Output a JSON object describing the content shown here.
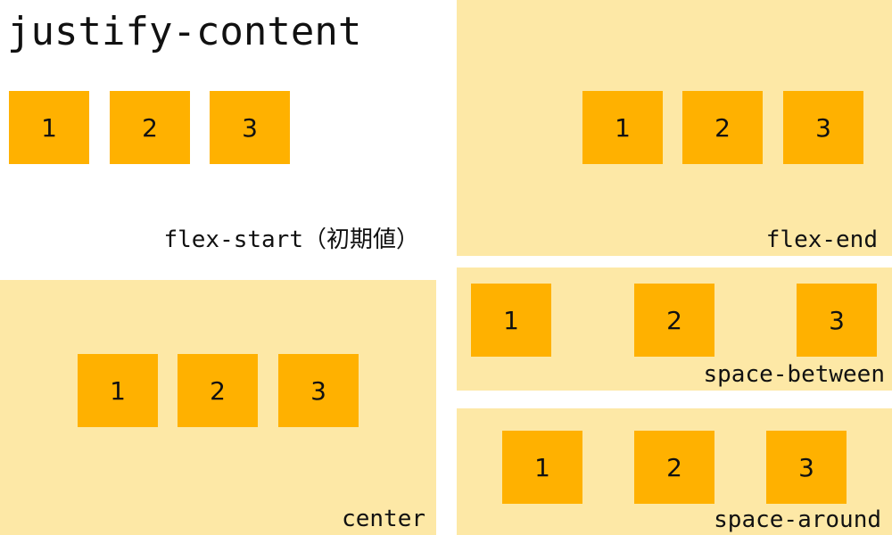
{
  "title": "justify-content",
  "colors": {
    "panel_bg": "#fde8a6",
    "box_bg": "#ffb100",
    "page_bg": "#ffffff"
  },
  "panels": {
    "flex_start": {
      "label": "flex-start（初期値）",
      "boxes": [
        "1",
        "2",
        "3"
      ]
    },
    "flex_end": {
      "label": "flex-end",
      "boxes": [
        "1",
        "2",
        "3"
      ]
    },
    "center": {
      "label": "center",
      "boxes": [
        "1",
        "2",
        "3"
      ]
    },
    "space_between": {
      "label": "space-between",
      "boxes": [
        "1",
        "2",
        "3"
      ]
    },
    "space_around": {
      "label": "space-around",
      "boxes": [
        "1",
        "2",
        "3"
      ]
    }
  }
}
